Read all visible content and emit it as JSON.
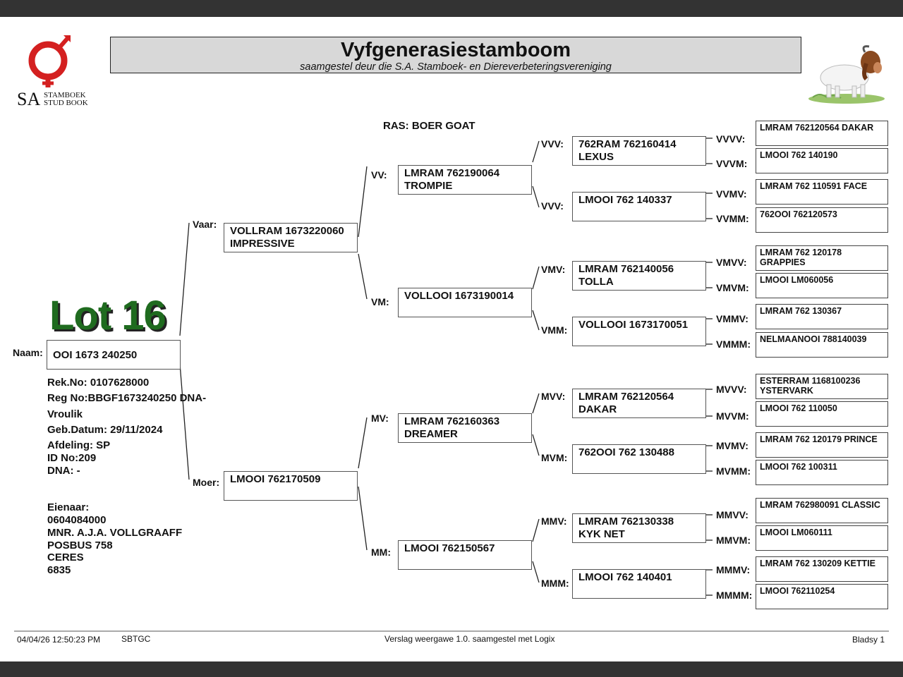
{
  "header": {
    "title": "Vyfgenerasiestamboom",
    "subtitle": "saamgestel deur die S.A. Stamboek- en Diereverbeteringsvereniging",
    "logo_text_sa": "SA",
    "logo_text_line1": "STAMBOEK",
    "logo_text_line2": "STUD BOOK",
    "goat_image": "boer-goat-illustration"
  },
  "lot": "Lot 16",
  "ras": "RAS: BOER GOAT",
  "animal": {
    "naam_label": "Naam:",
    "naam": "OOI 1673 240250",
    "rek_no": "Rek.No: 0107628000",
    "reg_no": "Reg No:BBGF1673240250 DNA-",
    "sex": "Vroulik",
    "geb_datum": "Geb.Datum: 29/11/2024",
    "afdeling": "Afdeling: SP",
    "id_no": "ID No:209",
    "dna": "DNA: -"
  },
  "owner": {
    "label": "Eienaar:",
    "number": "0604084000",
    "name": "MNR. A.J.A. VOLLGRAAFF",
    "address1": "POSBUS 758",
    "address2": "CERES",
    "code": "6835"
  },
  "pedigree": {
    "gen1": {
      "V": {
        "label": "Vaar:",
        "name": "VOLLRAM 1673220060\nIMPRESSIVE"
      },
      "M": {
        "label": "Moer:",
        "name": "LMOOI 762170509"
      }
    },
    "gen2": {
      "VV": {
        "label": "VV:",
        "name": "LMRAM 762190064\nTROMPIE"
      },
      "VM": {
        "label": "VM:",
        "name": "VOLLOOI 1673190014"
      },
      "MV": {
        "label": "MV:",
        "name": "LMRAM 762160363\nDREAMER"
      },
      "MM": {
        "label": "MM:",
        "name": " LMOOI 762150567"
      }
    },
    "gen3": {
      "VVV": {
        "label": "VVV:",
        "name": "762RAM 762160414\nLEXUS"
      },
      "VVM": {
        "label": "VVV:",
        "name": "LMOOI 762 140337"
      },
      "VMV": {
        "label": "VMV:",
        "name": "LMRAM 762140056\nTOLLA"
      },
      "VMM": {
        "label": "VMM:",
        "name": "VOLLOOI 1673170051"
      },
      "MVV": {
        "label": "MVV:",
        "name": "LMRAM 762120564\nDAKAR"
      },
      "MVM": {
        "label": "MVM:",
        "name": "762OOI 762 130488"
      },
      "MMV": {
        "label": "MMV:",
        "name": "LMRAM 762130338\nKYK NET"
      },
      "MMM": {
        "label": "MMM:",
        "name": "LMOOI 762 140401"
      }
    },
    "gen4": {
      "VVVV": {
        "label": "VVVV:",
        "name": "LMRAM 762120564  DAKAR"
      },
      "VVVM": {
        "label": "VVVM:",
        "name": "LMOOI 762 140190"
      },
      "VVMV": {
        "label": "VVMV:",
        "name": "LMRAM 762 110591 FACE"
      },
      "VVMM": {
        "label": "VVMM:",
        "name": "762OOI 762120573"
      },
      "VMVV": {
        "label": "VMVV:",
        "name": "LMRAM 762 120178\nGRAPPIES"
      },
      "VMVM": {
        "label": "VMVM:",
        "name": "LMOOI LM060056"
      },
      "VMMV": {
        "label": "VMMV:",
        "name": "LMRAM 762 130367"
      },
      "VMMM": {
        "label": "VMMM:",
        "name": "NELMAANOOI 788140039"
      },
      "MVVV": {
        "label": "MVVV:",
        "name": "ESTERRAM 1168100236\nYSTERVARK"
      },
      "MVVM": {
        "label": "MVVM:",
        "name": "LMOOI 762 110050"
      },
      "MVMV": {
        "label": "MVMV:",
        "name": "LMRAM 762 120179 PRINCE"
      },
      "MVMM": {
        "label": "MVMM:",
        "name": "LMOOI 762 100311"
      },
      "MMVV": {
        "label": "MMVV:",
        "name": "LMRAM 762980091 CLASSIC"
      },
      "MMVM": {
        "label": "MMVM:",
        "name": "LMOOI LM060111"
      },
      "MMMV": {
        "label": "MMMV:",
        "name": "LMRAM 762 130209 KETTIE"
      },
      "MMMM": {
        "label": "MMMM:",
        "name": "LMOOI 762110254"
      }
    }
  },
  "footer": {
    "timestamp": "04/04/26 12:50:23 PM",
    "code": "SBTGC",
    "report": "Verslag weergawe 1.0. saamgestel met Logix",
    "page": "Bladsy 1"
  },
  "colors": {
    "lot_green": "#1f6b1f",
    "logo_red": "#d42020",
    "title_bg": "#d8d8d8"
  }
}
